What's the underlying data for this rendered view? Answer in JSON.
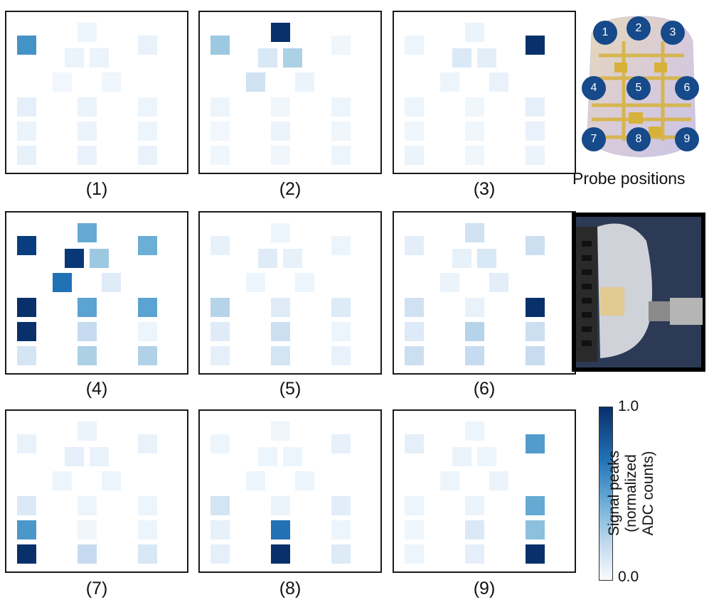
{
  "probe_caption": "Probe positions",
  "probe_labels": [
    "1",
    "2",
    "3",
    "4",
    "5",
    "6",
    "7",
    "8",
    "9"
  ],
  "colorbar": {
    "max_label": "1.0",
    "min_label": "0.0",
    "title_line1": "Signal peaks",
    "title_line2": "(normalized",
    "title_line3": "ADC counts)",
    "vmin": 0.0,
    "vmax": 1.0,
    "colormap": [
      "#f7fbff",
      "#deebf7",
      "#c6dbef",
      "#9ecae1",
      "#6baed6",
      "#4292c6",
      "#2171b5",
      "#08519c",
      "#08306b"
    ]
  },
  "chart_data": [
    {
      "type": "heatmap",
      "label": "(1)",
      "cells": [
        "L1",
        "T",
        "TL",
        "TR",
        "R1",
        "ML",
        "MR",
        "L2",
        "C2",
        "R2",
        "L3",
        "C3",
        "R3",
        "L4",
        "C4",
        "R4"
      ],
      "values": [
        0.62,
        0.05,
        0.06,
        0.06,
        0.07,
        0.03,
        0.04,
        0.09,
        0.06,
        0.05,
        0.06,
        0.06,
        0.05,
        0.08,
        0.07,
        0.07
      ]
    },
    {
      "type": "heatmap",
      "label": "(2)",
      "cells": [
        "L1",
        "T",
        "TL",
        "TR",
        "R1",
        "ML",
        "MR",
        "L2",
        "C2",
        "R2",
        "L3",
        "C3",
        "R3",
        "L4",
        "C4",
        "R4"
      ],
      "values": [
        0.38,
        1.0,
        0.15,
        0.33,
        0.04,
        0.2,
        0.06,
        0.05,
        0.04,
        0.05,
        0.03,
        0.06,
        0.04,
        0.04,
        0.04,
        0.05
      ]
    },
    {
      "type": "heatmap",
      "label": "(3)",
      "cells": [
        "L1",
        "T",
        "TL",
        "TR",
        "R1",
        "ML",
        "MR",
        "L2",
        "C2",
        "R2",
        "L3",
        "C3",
        "R3",
        "L4",
        "C4",
        "R4"
      ],
      "values": [
        0.05,
        0.06,
        0.14,
        0.1,
        1.0,
        0.05,
        0.07,
        0.05,
        0.04,
        0.09,
        0.04,
        0.04,
        0.07,
        0.06,
        0.04,
        0.06
      ]
    },
    {
      "type": "heatmap",
      "label": "(4)",
      "cells": [
        "L1",
        "T",
        "TL",
        "TR",
        "R1",
        "ML",
        "MR",
        "L2",
        "C2",
        "R2",
        "L3",
        "C3",
        "R3",
        "L4",
        "C4",
        "R4"
      ],
      "values": [
        0.95,
        0.52,
        0.97,
        0.38,
        0.5,
        0.75,
        0.12,
        1.0,
        0.55,
        0.55,
        1.0,
        0.25,
        0.05,
        0.17,
        0.33,
        0.32
      ]
    },
    {
      "type": "heatmap",
      "label": "(5)",
      "cells": [
        "L1",
        "T",
        "TL",
        "TR",
        "R1",
        "ML",
        "MR",
        "L2",
        "C2",
        "R2",
        "L3",
        "C3",
        "R3",
        "L4",
        "C4",
        "R4"
      ],
      "values": [
        0.08,
        0.05,
        0.12,
        0.08,
        0.05,
        0.05,
        0.05,
        0.3,
        0.12,
        0.13,
        0.12,
        0.22,
        0.05,
        0.09,
        0.18,
        0.07
      ]
    },
    {
      "type": "heatmap",
      "label": "(6)",
      "cells": [
        "L1",
        "T",
        "TL",
        "TR",
        "R1",
        "ML",
        "MR",
        "L2",
        "C2",
        "R2",
        "L3",
        "C3",
        "R3",
        "L4",
        "C4",
        "R4"
      ],
      "values": [
        0.1,
        0.2,
        0.08,
        0.15,
        0.22,
        0.06,
        0.1,
        0.2,
        0.07,
        1.0,
        0.13,
        0.3,
        0.22,
        0.22,
        0.25,
        0.24
      ]
    },
    {
      "type": "heatmap",
      "label": "(7)",
      "cells": [
        "L1",
        "T",
        "TL",
        "TR",
        "R1",
        "ML",
        "MR",
        "L2",
        "C2",
        "R2",
        "L3",
        "C3",
        "R3",
        "L4",
        "C4",
        "R4"
      ],
      "values": [
        0.07,
        0.06,
        0.09,
        0.07,
        0.07,
        0.05,
        0.05,
        0.14,
        0.05,
        0.05,
        0.6,
        0.04,
        0.05,
        1.0,
        0.25,
        0.16
      ]
    },
    {
      "type": "heatmap",
      "label": "(8)",
      "cells": [
        "L1",
        "T",
        "TL",
        "TR",
        "R1",
        "ML",
        "MR",
        "L2",
        "C2",
        "R2",
        "L3",
        "C3",
        "R3",
        "L4",
        "C4",
        "R4"
      ],
      "values": [
        0.05,
        0.04,
        0.05,
        0.05,
        0.08,
        0.05,
        0.05,
        0.18,
        0.06,
        0.11,
        0.08,
        0.75,
        0.05,
        0.09,
        1.0,
        0.13
      ]
    },
    {
      "type": "heatmap",
      "label": "(9)",
      "cells": [
        "L1",
        "T",
        "TL",
        "TR",
        "R1",
        "ML",
        "MR",
        "L2",
        "C2",
        "R2",
        "L3",
        "C3",
        "R3",
        "L4",
        "C4",
        "R4"
      ],
      "values": [
        0.09,
        0.05,
        0.06,
        0.05,
        0.58,
        0.05,
        0.06,
        0.05,
        0.06,
        0.52,
        0.04,
        0.14,
        0.42,
        0.05,
        0.09,
        1.0
      ]
    }
  ]
}
